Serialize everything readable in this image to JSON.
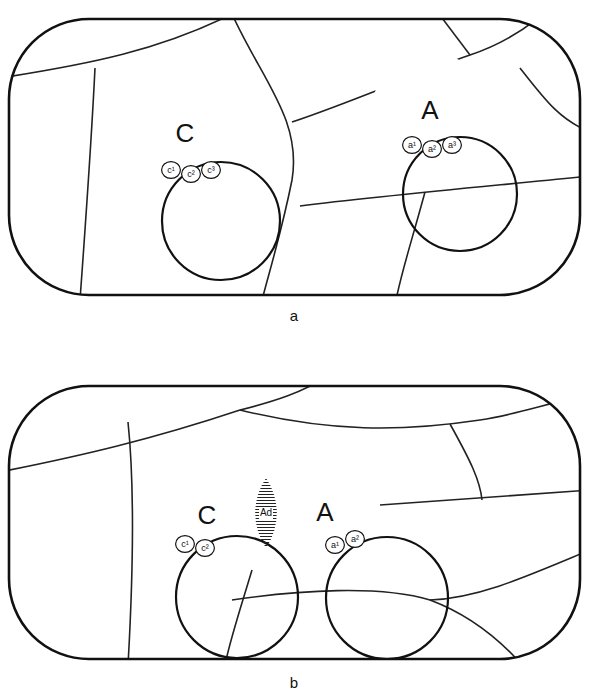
{
  "diagram": {
    "nodes": [
      {
        "text": [
          "C"
        ]
      },
      {
        "text": [
          "c¹"
        ],
        "in": 0
      },
      {
        "text": [
          "c²"
        ],
        "in": 0
      },
      {
        "text": [
          "c³"
        ],
        "in": 0
      },
      {
        "text": [
          "A"
        ]
      },
      {
        "text": [
          "a¹"
        ],
        "in": 4
      },
      {
        "text": [
          "a²"
        ],
        "in": 4
      },
      {
        "text": [
          "a³"
        ],
        "in": 4
      },
      {
        "text": [
          "C"
        ]
      },
      {
        "text": [
          "c¹"
        ],
        "in": 8
      },
      {
        "text": [
          "c²"
        ],
        "in": 8
      },
      {
        "text": [
          "Ad"
        ]
      },
      {
        "text": [
          "A"
        ]
      },
      {
        "text": [
          "a¹"
        ],
        "in": 12
      },
      {
        "text": [
          "a²"
        ],
        "in": 12
      }
    ],
    "labels": [
      "a",
      "b"
    ]
  }
}
